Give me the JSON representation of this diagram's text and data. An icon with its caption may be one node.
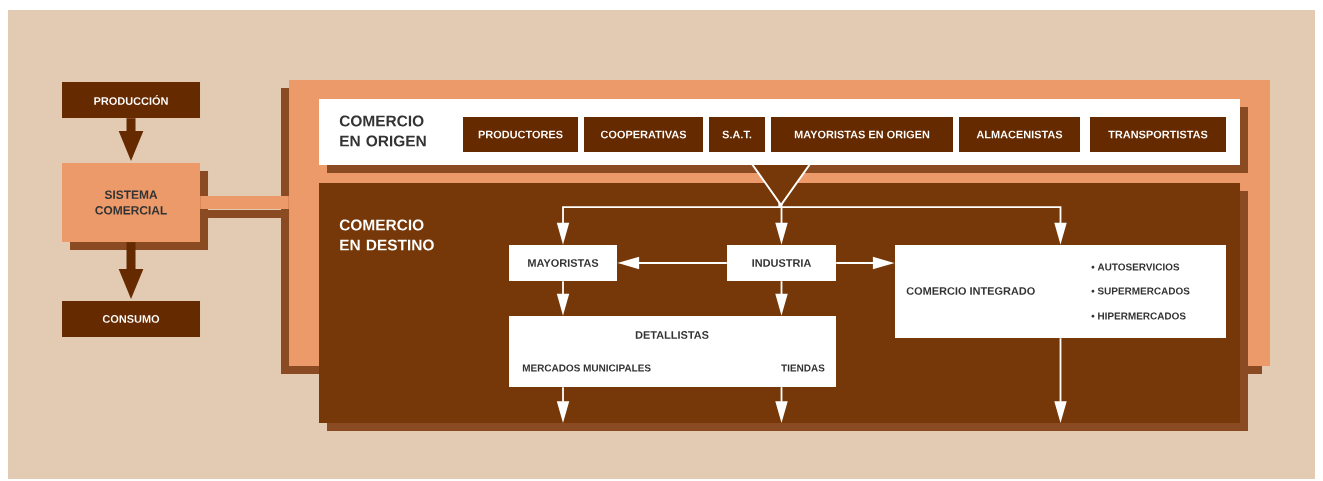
{
  "diagram": {
    "nodes": [
      {
        "text": [
          "PRODUCCIÓN"
        ]
      },
      {
        "text": [
          "SISTEMA COMERCIAL"
        ]
      },
      {
        "text": [
          "CONSUMO"
        ]
      },
      {
        "text": [],
        "shape": "box"
      },
      {
        "text": [
          "COMERCIO EN ORIGEN"
        ],
        "in": 3
      },
      {
        "text": [
          "PRODUCTORES"
        ],
        "in": 4
      },
      {
        "text": [
          "COOPERATIVAS"
        ],
        "in": 4
      },
      {
        "text": [
          "S.A.T."
        ],
        "in": 4
      },
      {
        "text": [
          "MAYORISTAS EN ORIGEN"
        ],
        "in": 4
      },
      {
        "text": [
          "ALMACENISTAS"
        ],
        "in": 4
      },
      {
        "text": [
          "TRANSPORTISTAS"
        ],
        "in": 4
      },
      {
        "text": [
          "COMERCIO EN DESTINO"
        ]
      },
      {
        "text": [
          "MAYORISTAS"
        ]
      },
      {
        "text": [
          "INDUSTRIA"
        ]
      },
      {
        "text": [
          "COMERCIO INTEGRADO",
          "• AUTOSERVICIOS",
          "• SUPERMERCADOS",
          "• HIPERMERCADOS"
        ]
      },
      {
        "text": [
          "DETALLISTAS",
          "MERCADOS MUNICIPALES",
          "TIENDAS"
        ],
        "in": 11
      }
    ],
    "edges": [
      {
        "from": 0,
        "to": 1,
        "arrow": "to",
        "style": "thick",
        "color": "#662a00"
      },
      {
        "from": 1,
        "to": 2,
        "arrow": "to",
        "style": "thick",
        "color": "#662a00"
      },
      {
        "from": 1,
        "to": 3,
        "arrow": "none",
        "style": "thick",
        "color": "#ec9a69"
      },
      {
        "from": 4,
        "to": 12,
        "arrow": "to"
      },
      {
        "from": 4,
        "to": 13,
        "arrow": "to"
      },
      {
        "from": 4,
        "to": 14,
        "arrow": "to"
      },
      {
        "from": 13,
        "to": 12,
        "arrow": "to"
      },
      {
        "from": 13,
        "to": 14,
        "arrow": "to"
      },
      {
        "from": 12,
        "to": 15,
        "arrow": "to"
      },
      {
        "from": 13,
        "to": 15,
        "arrow": "to"
      },
      {
        "from": 15,
        "to": 11,
        "arrow": "to"
      },
      {
        "from": 15,
        "to": 11,
        "arrow": "to"
      },
      {
        "from": 14,
        "to": 11,
        "arrow": "to"
      }
    ]
  }
}
